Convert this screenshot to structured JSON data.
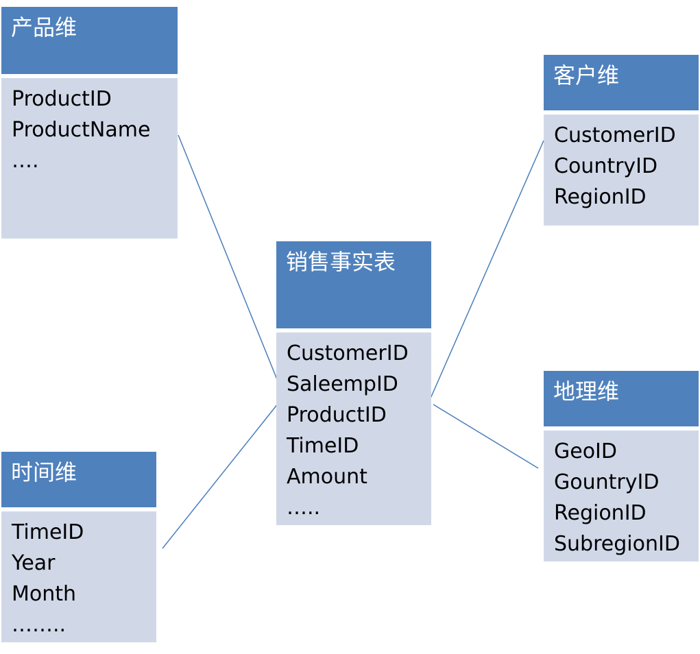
{
  "colors": {
    "header": "#4f81bd",
    "body": "#d0d8e8",
    "connector": "#4a7ebb"
  },
  "product_dim": {
    "title": "产品维",
    "fields": [
      "ProductID",
      "ProductName",
      "…."
    ]
  },
  "customer_dim": {
    "title": "客户维",
    "fields": [
      "CustomerID",
      "CountryID",
      "RegionID"
    ]
  },
  "sales_fact": {
    "title": "销售事实表",
    "fields": [
      "CustomerID",
      "SaleempID",
      "ProductID",
      "TimeID",
      "Amount",
      "….."
    ]
  },
  "time_dim": {
    "title": "时间维",
    "fields": [
      "TimeID",
      "Year",
      "Month",
      "…….."
    ]
  },
  "geo_dim": {
    "title": "地理维",
    "fields": [
      "GeoID",
      "GountryID",
      "RegionID",
      "SubregionID"
    ]
  }
}
